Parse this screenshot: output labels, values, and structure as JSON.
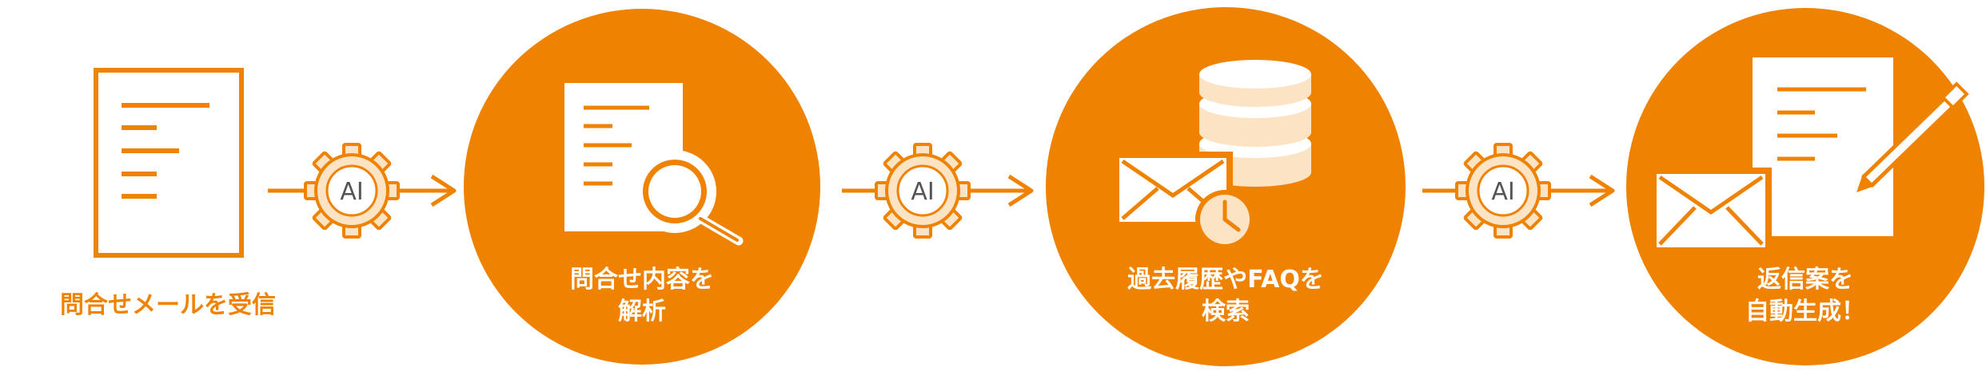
{
  "colors": {
    "accent": "#ef8200",
    "accent_light": "#fbe3c4",
    "paper": "#ffffff",
    "ai_text": "#555555"
  },
  "steps": [
    {
      "id": "receive",
      "icon": "document-icon",
      "label_lines": [
        "問合せメールを受信"
      ]
    },
    {
      "id": "analyze",
      "icon": "document-magnifier-icon",
      "label_lines": [
        "問合せ内容を",
        "解析"
      ]
    },
    {
      "id": "search",
      "icon": "database-mail-clock-icon",
      "label_lines": [
        "過去履歴やFAQを",
        "検索"
      ]
    },
    {
      "id": "generate",
      "icon": "document-mail-pen-icon",
      "label_lines": [
        "返信案を",
        "自動生成！"
      ]
    }
  ],
  "connectors": [
    {
      "badge": "AI",
      "icon": "gear-icon"
    },
    {
      "badge": "AI",
      "icon": "gear-icon"
    },
    {
      "badge": "AI",
      "icon": "gear-icon"
    }
  ]
}
